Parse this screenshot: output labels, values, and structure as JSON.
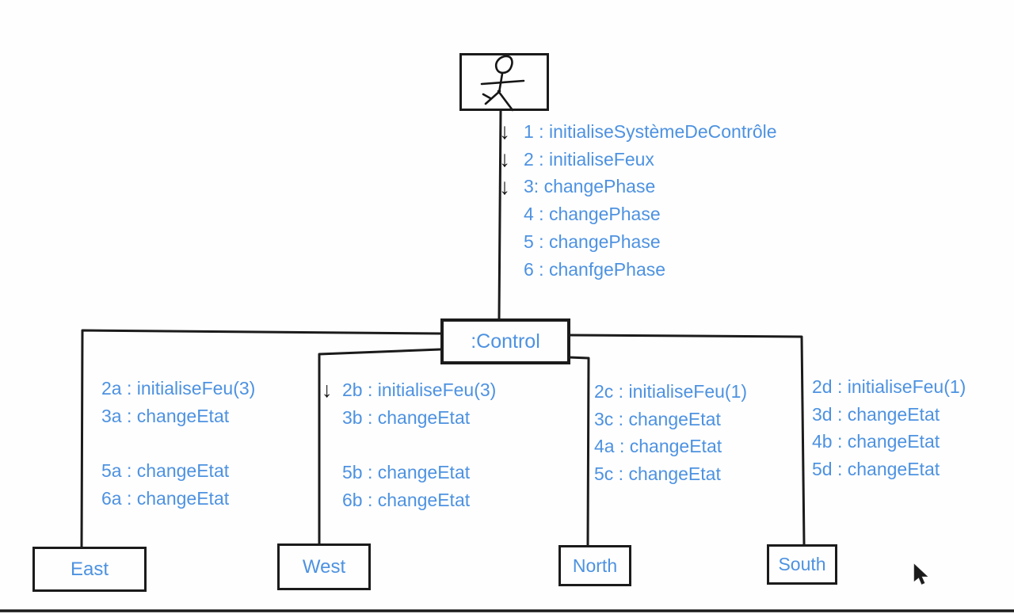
{
  "diagram": {
    "type": "uml-communication-diagram",
    "colors": {
      "accent_blue": "#4d92e1",
      "ink_black": "#1b1b1b",
      "background": "#fefefe"
    },
    "icons": {
      "actor": "stick-figure-icon",
      "message_arrow_glyph": "↓",
      "cursor": "mouse-pointer-icon"
    },
    "control": {
      "label": ":Control"
    },
    "actor_messages": [
      {
        "arrow": "↓",
        "text": "1 : initialiseSystèmeDeContrôle"
      },
      {
        "arrow": "↓",
        "text": "2 : initialiseFeux"
      },
      {
        "arrow": "↓",
        "text": "3: changePhase"
      },
      {
        "arrow": "",
        "text": "4 : changePhase"
      },
      {
        "arrow": "",
        "text": "5 : changePhase"
      },
      {
        "arrow": "",
        "text": "6 : chanfgePhase"
      }
    ],
    "branches": {
      "east": {
        "label": "East",
        "messages": [
          "2a : initialiseFeu(3)",
          "3a : changeEtat",
          "",
          "5a : changeEtat",
          "6a : changeEtat"
        ]
      },
      "west": {
        "label": "West",
        "arrow": "↓",
        "messages": [
          "2b : initialiseFeu(3)",
          "3b : changeEtat",
          "",
          "5b : changeEtat",
          "6b : changeEtat"
        ]
      },
      "north": {
        "label": "North",
        "messages": [
          "2c : initialiseFeu(1)",
          "3c : changeEtat",
          "4a : changeEtat",
          "5c : changeEtat"
        ]
      },
      "south": {
        "label": "South",
        "messages": [
          "2d : initialiseFeu(1)",
          "3d : changeEtat",
          "4b : changeEtat",
          "5d : changeEtat"
        ]
      }
    }
  }
}
